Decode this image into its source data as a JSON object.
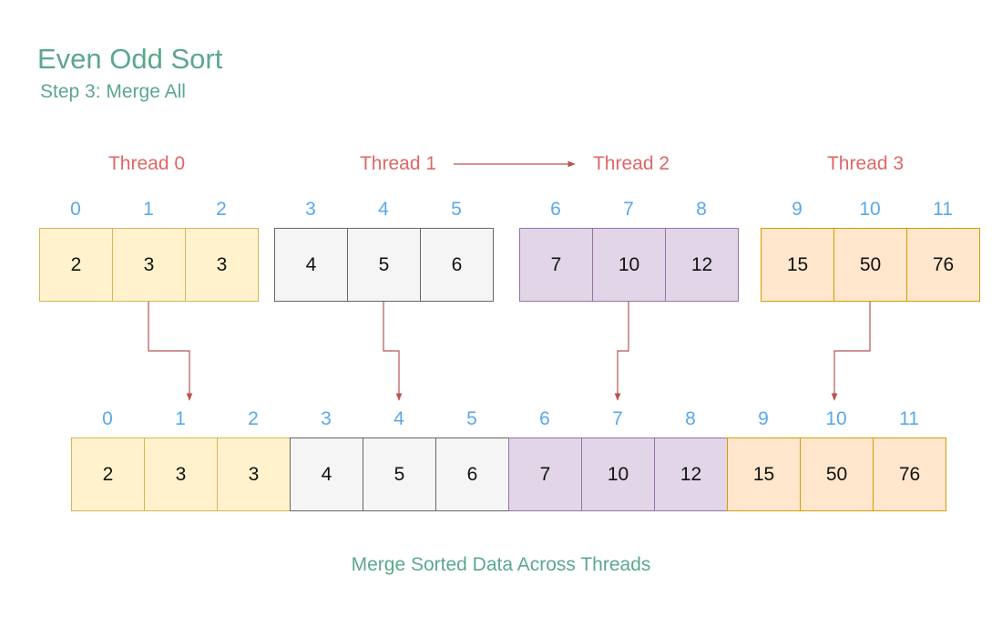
{
  "title": "Even Odd Sort",
  "subtitle": "Step 3: Merge All",
  "footer": "Merge Sorted Data Across Threads",
  "colors": {
    "title": "#5ba88a",
    "thread_label": "#e06666",
    "index": "#5aa9e8",
    "arrow": "#b85450"
  },
  "threads": [
    {
      "label": "Thread 0",
      "indices": [
        "0",
        "1",
        "2"
      ],
      "values": [
        "2",
        "3",
        "3"
      ],
      "fill": "#fff2cc",
      "stroke": "#d6b656"
    },
    {
      "label": "Thread 1",
      "indices": [
        "3",
        "4",
        "5"
      ],
      "values": [
        "4",
        "5",
        "6"
      ],
      "fill": "#f5f5f5",
      "stroke": "#666666"
    },
    {
      "label": "Thread 2",
      "indices": [
        "6",
        "7",
        "8"
      ],
      "values": [
        "7",
        "10",
        "12"
      ],
      "fill": "#e1d5e7",
      "stroke": "#9673a6"
    },
    {
      "label": "Thread 3",
      "indices": [
        "9",
        "10",
        "11"
      ],
      "values": [
        "15",
        "50",
        "76"
      ],
      "fill": "#ffe6cc",
      "stroke": "#d79b00"
    }
  ],
  "merged": {
    "indices": [
      "0",
      "1",
      "2",
      "3",
      "4",
      "5",
      "6",
      "7",
      "8",
      "9",
      "10",
      "11"
    ],
    "values": [
      "2",
      "3",
      "3",
      "4",
      "5",
      "6",
      "7",
      "10",
      "12",
      "15",
      "50",
      "76"
    ]
  }
}
